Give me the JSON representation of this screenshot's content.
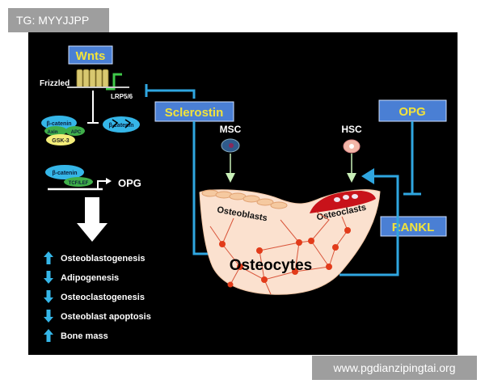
{
  "watermark_tl": "TG: MYYJJPP",
  "watermark_br": "www.pgdianzipingtai.org",
  "diagram": {
    "wnts": "Wnts",
    "frizzled": "Frizzled",
    "lrp": "LRP5/6",
    "bcatenin": "β-catenin",
    "axin": "Axin",
    "apc": "APC",
    "gsk": "GSK-3",
    "tcf": "TCF/LEF",
    "opg_gene": "OPG",
    "sclerostin": "Sclerostin",
    "msc": "MSC",
    "hsc": "HSC",
    "opg": "OPG",
    "rankl": "RANKL",
    "osteoblasts": "Osteoblasts",
    "osteoclasts": "Osteoclasts",
    "osteocytes": "Osteocytes",
    "outcomes": [
      {
        "label": "Osteoblastogenesis",
        "dir": "up"
      },
      {
        "label": "Adipogenesis",
        "dir": "down"
      },
      {
        "label": "Osteoclastogenesis",
        "dir": "down"
      },
      {
        "label": "Osteoblast apoptosis",
        "dir": "down"
      },
      {
        "label": "Bone mass",
        "dir": "up"
      }
    ]
  },
  "colors": {
    "blue_box": "#4a7fd4",
    "yellow_text": "#f2e33a",
    "pathway_line": "#2fa6e0",
    "bone": "#fbe1cf",
    "cell_red": "#e23b1a",
    "bcatenin": "#35b6e8",
    "axin_green": "#3fae49",
    "gsk_yellow": "#f4ee7a"
  }
}
